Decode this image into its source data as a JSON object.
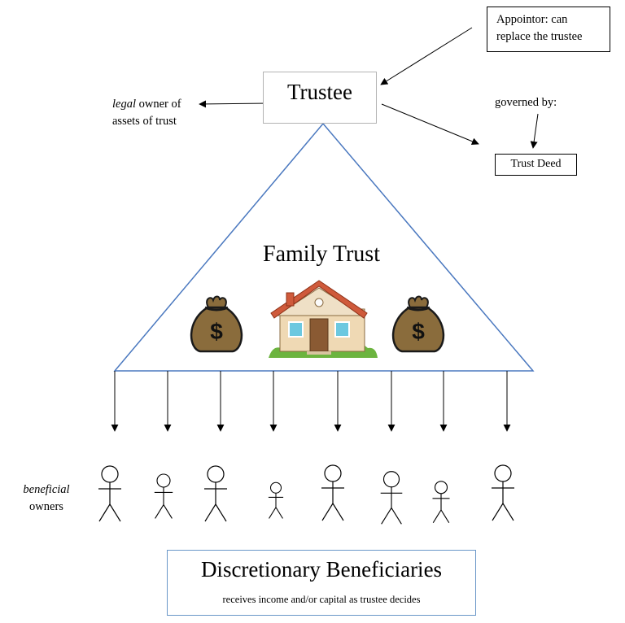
{
  "appointor": {
    "line1": "Appointor: can",
    "line2": "replace the trustee"
  },
  "trustee": {
    "label": "Trustee"
  },
  "legal_owner": {
    "emphasis": "legal",
    "rest": " owner of",
    "line2": "assets of trust"
  },
  "governed": {
    "label": "governed by:"
  },
  "trust_deed": {
    "label": "Trust Deed"
  },
  "family_trust": {
    "label": "Family Trust"
  },
  "money_bag": {
    "symbol": "$"
  },
  "beneficial_owners": {
    "emphasis": "beneficial",
    "line2": "owners"
  },
  "discretionary": {
    "title": "Discretionary Beneficiaries",
    "subtitle": "receives income and/or capital as trustee decides"
  },
  "colors": {
    "triangle": "#4a78bf",
    "discretionary_border": "#6a97c8",
    "trustee_border": "#b3b3b3",
    "money_bag": "#8a6c3c",
    "roof": "#cf5a3b",
    "grass": "#6cb43f"
  },
  "icons": [
    "money-bag-icon",
    "house-icon",
    "stick-figure-icon"
  ]
}
